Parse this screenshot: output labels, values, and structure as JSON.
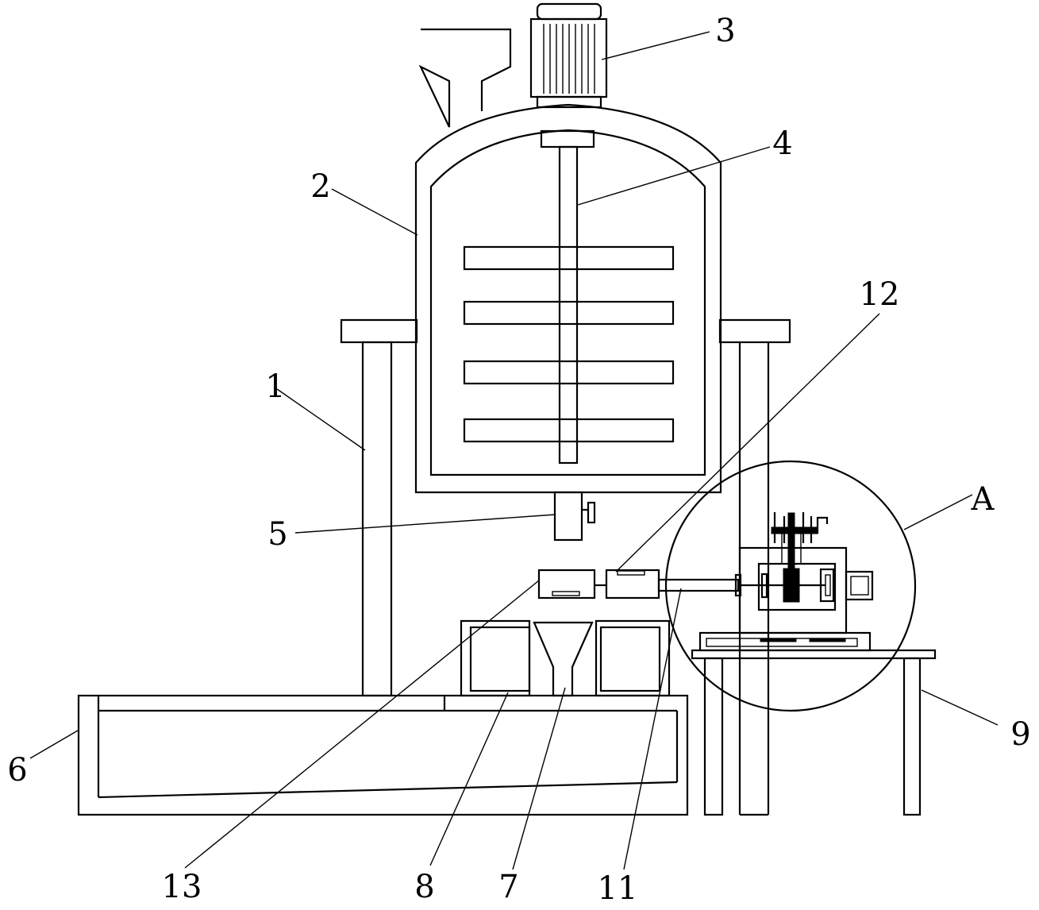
{
  "labels": {
    "l1": "1",
    "l2": "2",
    "l3": "3",
    "l4": "4",
    "l5": "5",
    "l6": "6",
    "l7": "7",
    "l8": "8",
    "l9": "9",
    "l11": "11",
    "l12": "12",
    "l13": "13",
    "lA": "A"
  }
}
